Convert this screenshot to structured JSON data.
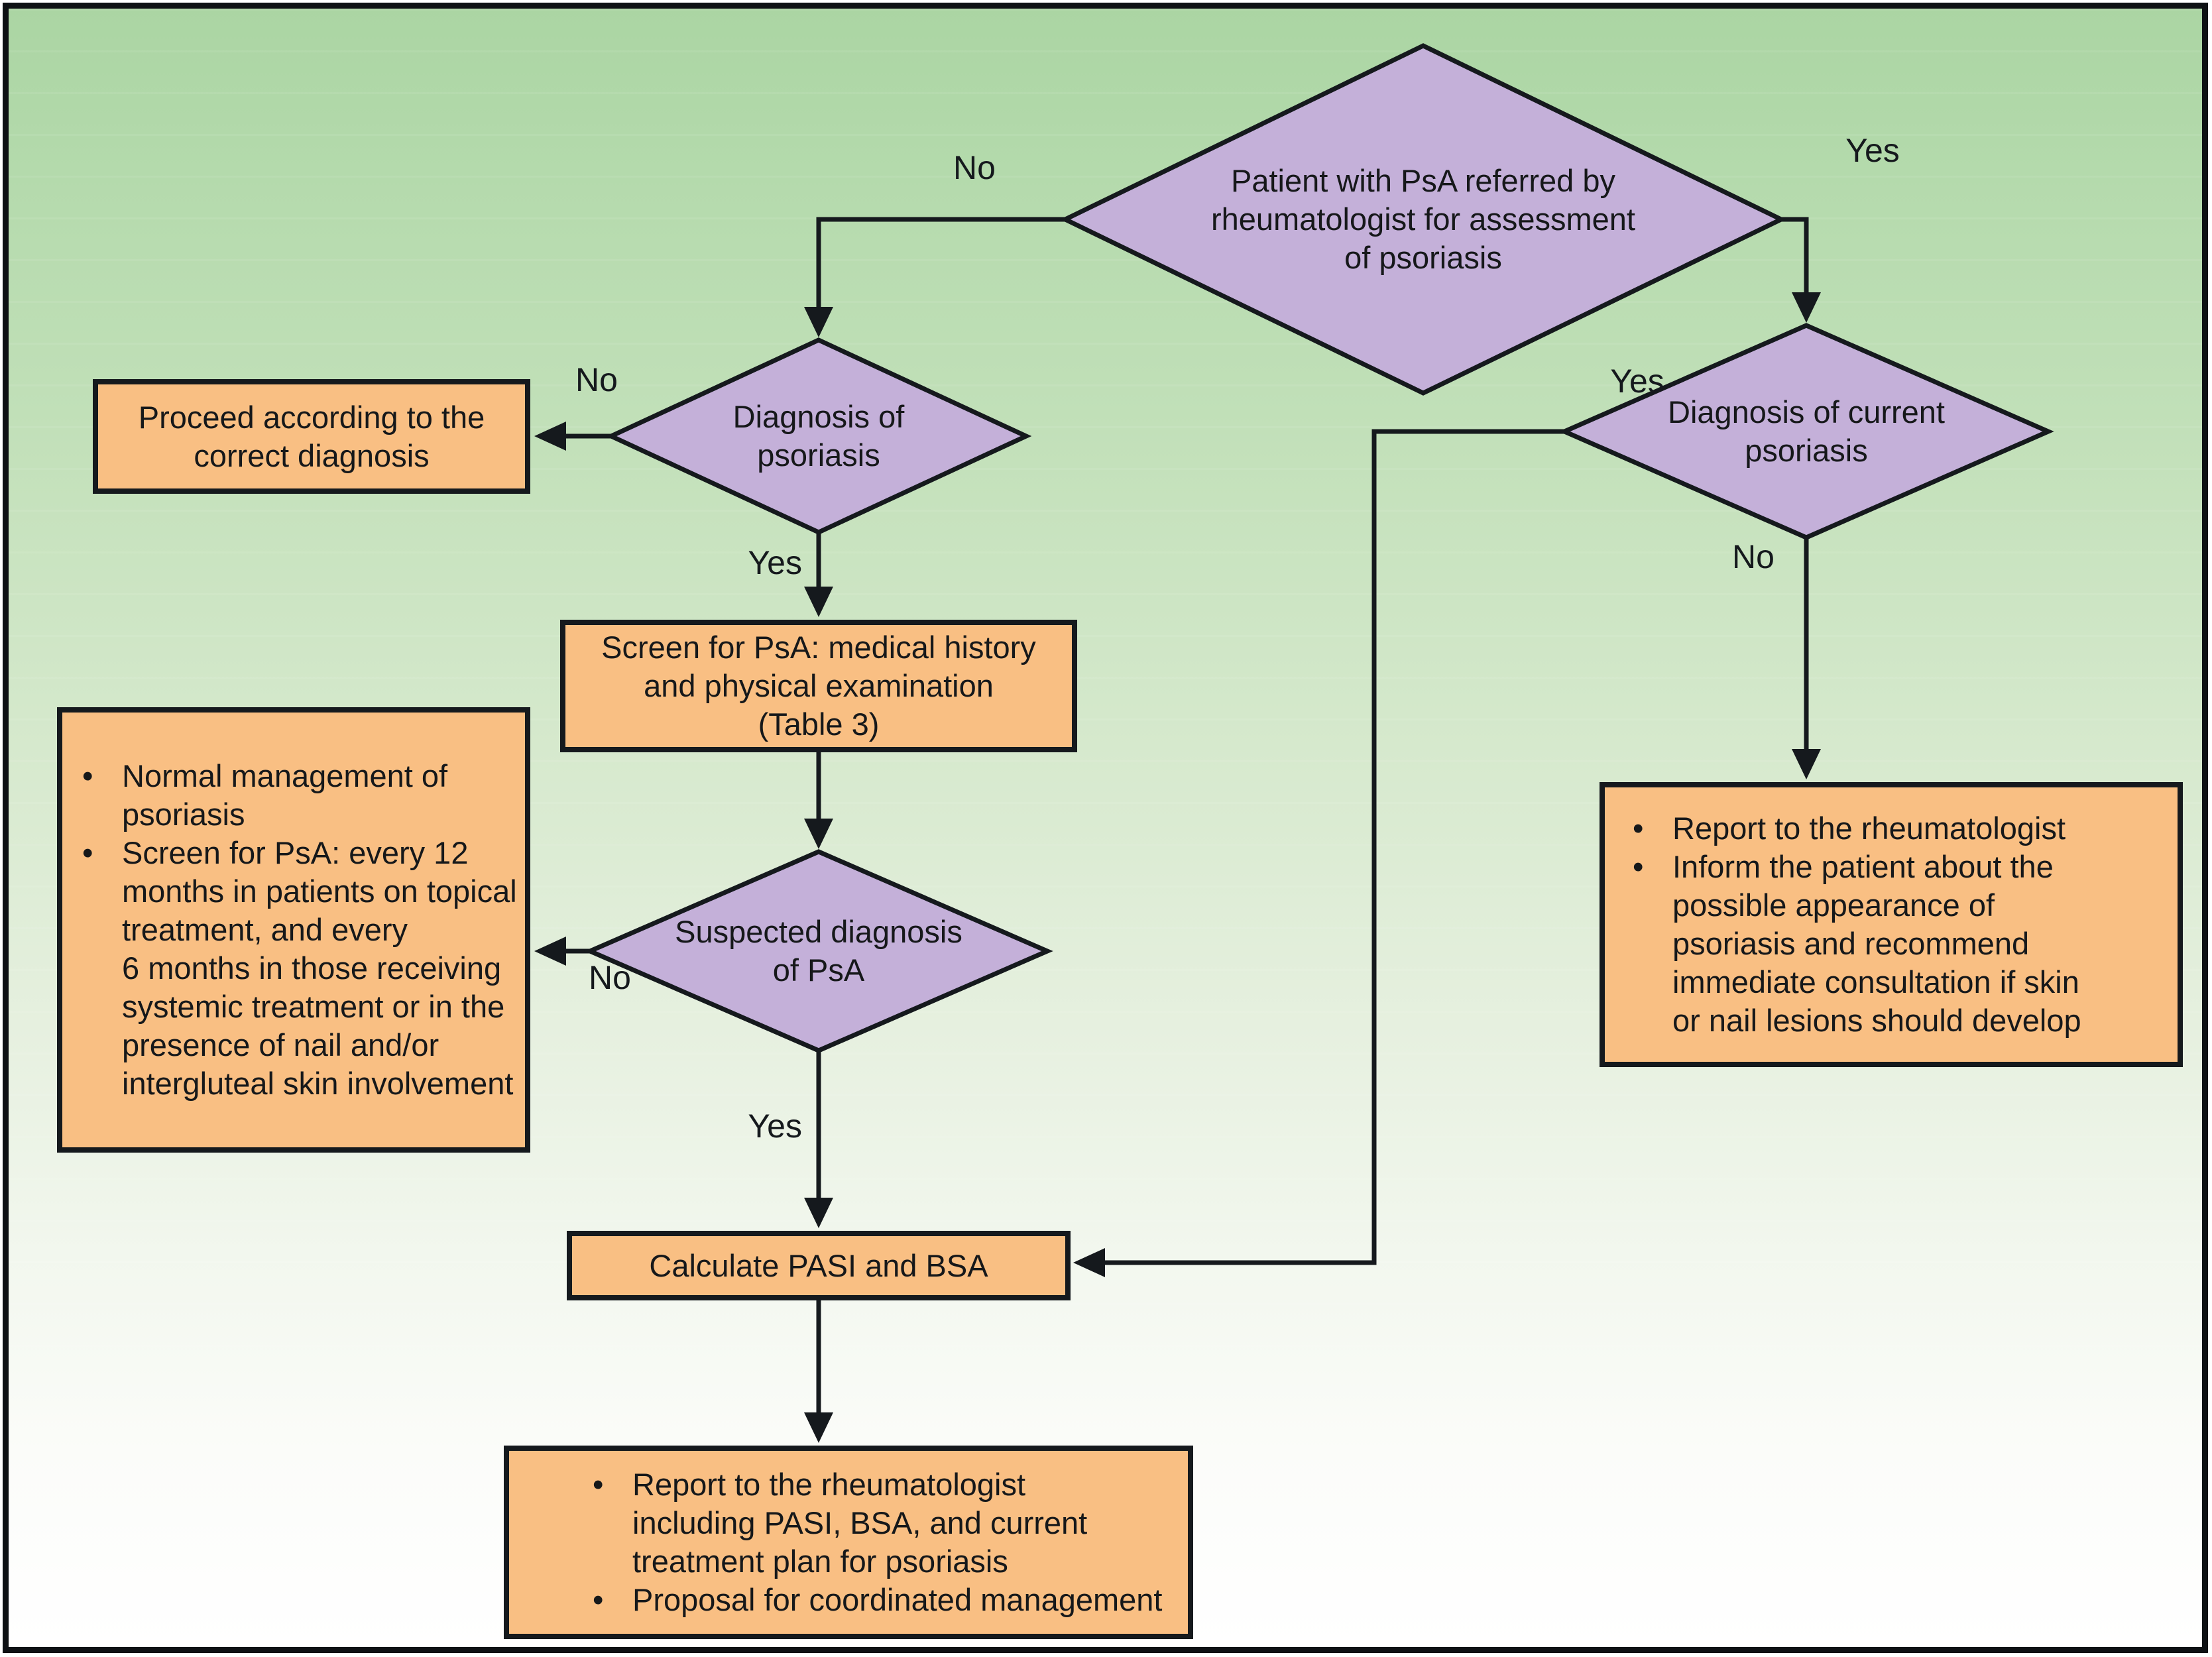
{
  "figure": {
    "type": "clinical-flowchart",
    "topic": "Assessment of psoriasis in patients with PsA"
  },
  "colors": {
    "background_top": "#abd5a3",
    "background_bottom": "#ffffff",
    "diamond_fill": "#c4b0d9",
    "box_fill": "#f9bf83",
    "line": "#15191d"
  },
  "nodes": {
    "referral_diamond": {
      "text": "Patient with PsA referred by\nrheumatologist for assessment\nof psoriasis"
    },
    "diagnosis_diamond": {
      "text": "Diagnosis of\npsoriasis"
    },
    "current_diamond": {
      "text": "Diagnosis of current\npsoriasis"
    },
    "suspected_diamond": {
      "text": "Suspected diagnosis\nof PsA"
    },
    "proceed_box": {
      "text": "Proceed according to the\ncorrect diagnosis"
    },
    "screen_box": {
      "text": "Screen for PsA: medical history\nand physical examination\n(Table 3)"
    },
    "management_box": {
      "bullets": [
        "Normal management of\npsoriasis",
        "Screen for PsA: every 12\nmonths in patients on topical\ntreatment, and every\n6 months in those receiving\nsystemic treatment or in the\npresence of nail and/or\nintergluteal skin involvement"
      ]
    },
    "calculate_box": {
      "text": "Calculate PASI and BSA"
    },
    "report_box": {
      "bullets": [
        "Report to the rheumatologist\nincluding PASI, BSA, and current\ntreatment plan for psoriasis",
        "Proposal for coordinated management"
      ]
    },
    "inform_box": {
      "bullets": [
        "Report to the rheumatologist",
        "Inform the patient about the\npossible appearance of\npsoriasis and recommend\nimmediate consultation if skin\nor nail lesions should develop"
      ]
    }
  },
  "edge_labels": {
    "referral_no": "No",
    "referral_yes": "Yes",
    "diagnosis_no": "No",
    "diagnosis_yes": "Yes",
    "suspected_no": "No",
    "suspected_yes": "Yes",
    "current_yes": "Yes",
    "current_no": "No"
  }
}
